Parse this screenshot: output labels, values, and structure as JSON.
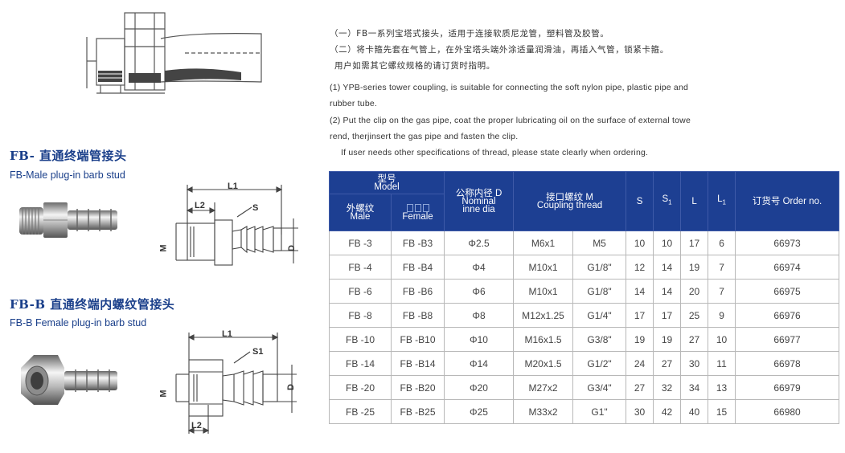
{
  "product_fb": {
    "title_cn": "FB- 直通终端管接头",
    "title_en": "FB-Male plug-in barb stud"
  },
  "product_fbb": {
    "title_cn": "FB-B 直通终端内螺纹管接头",
    "title_en": "FB-B Female plug-in barb stud"
  },
  "drawing_labels": {
    "l1": "L1",
    "l2": "L2",
    "s": "S",
    "s1": "S1",
    "m": "M",
    "d": "D"
  },
  "description": {
    "cn_line1": "（一）FB一系列宝塔式接头，适用于连接软质尼龙管，塑料管及胶管。",
    "cn_line2": "（二）将卡箍先套在气管上，在外宝塔头端外涂适量润滑油，再插入气管，锁紧卡箍。",
    "cn_line3": "用户如需其它螺纹规格的请订货时指明。",
    "en_line1": "(1) YPB-series tower coupling, is suitable for connecting the soft nylon pipe, plastic pipe and",
    "en_line2": "rubber tube.",
    "en_line3": "(2) Put the clip on the gas pipe, coat the proper lubricating oil on the surface of external towe",
    "en_line4": "rend, therjinsert the gas pipe and fasten the clip.",
    "en_line5": "If user needs other specifications of thread, please state clearly when ordering."
  },
  "table": {
    "headers": {
      "model_cn": "型号",
      "model_en": "Model",
      "male_cn": "外螺纹",
      "male_en": "Male",
      "female_en": "Female",
      "inner_cn": "公称内径 D",
      "inner_en1": "Nominal",
      "inner_en2": "inne dia",
      "thread_cn": "接口螺纹  M",
      "thread_en": "Coupling thread",
      "s": "S",
      "s1": "S",
      "s1_sub": "1",
      "l": "L",
      "l1": "L",
      "l1_sub": "1",
      "order": "订货号 Order no."
    },
    "rows": [
      {
        "male": "FB -3",
        "female": "FB -B3",
        "dia": "Φ2.5",
        "thread_m": "M6x1",
        "thread_g": "M5",
        "s": "10",
        "s1": "10",
        "l": "17",
        "l1": "6",
        "order": "66973"
      },
      {
        "male": "FB -4",
        "female": "FB -B4",
        "dia": "Φ4",
        "thread_m": "M10x1",
        "thread_g": "G1/8\"",
        "s": "12",
        "s1": "14",
        "l": "19",
        "l1": "7",
        "order": "66974"
      },
      {
        "male": "FB -6",
        "female": "FB -B6",
        "dia": "Φ6",
        "thread_m": "M10x1",
        "thread_g": "G1/8\"",
        "s": "14",
        "s1": "14",
        "l": "20",
        "l1": "7",
        "order": "66975"
      },
      {
        "male": "FB -8",
        "female": "FB -B8",
        "dia": "Φ8",
        "thread_m": "M12x1.25",
        "thread_g": "G1/4\"",
        "s": "17",
        "s1": "17",
        "l": "25",
        "l1": "9",
        "order": "66976"
      },
      {
        "male": "FB -10",
        "female": "FB -B10",
        "dia": "Φ10",
        "thread_m": "M16x1.5",
        "thread_g": "G3/8\"",
        "s": "19",
        "s1": "19",
        "l": "27",
        "l1": "10",
        "order": "66977"
      },
      {
        "male": "FB -14",
        "female": "FB -B14",
        "dia": "Φ14",
        "thread_m": "M20x1.5",
        "thread_g": "G1/2\"",
        "s": "24",
        "s1": "27",
        "l": "30",
        "l1": "11",
        "order": "66978"
      },
      {
        "male": "FB -20",
        "female": "FB -B20",
        "dia": "Φ20",
        "thread_m": "M27x2",
        "thread_g": "G3/4\"",
        "s": "27",
        "s1": "32",
        "l": "34",
        "l1": "13",
        "order": "66979"
      },
      {
        "male": "FB -25",
        "female": "FB -B25",
        "dia": "Φ25",
        "thread_m": "M33x2",
        "thread_g": "G1\"",
        "s": "30",
        "s1": "42",
        "l": "40",
        "l1": "15",
        "order": "66980"
      }
    ]
  }
}
